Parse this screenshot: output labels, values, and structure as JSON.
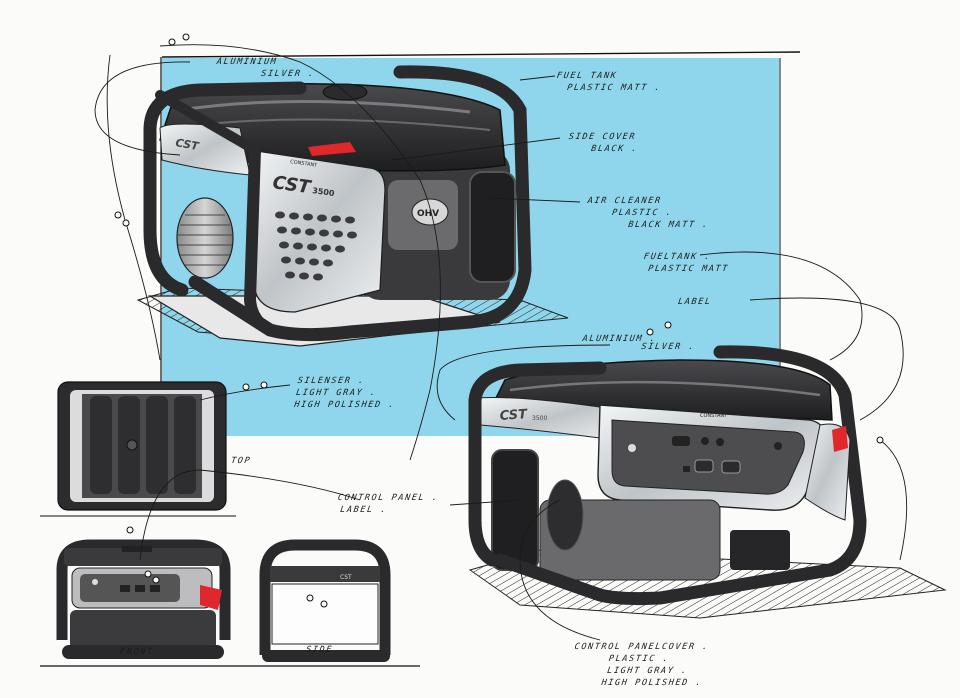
{
  "callouts": {
    "aluminium_1": [
      "ALUMINIUM",
      "SILVER ."
    ],
    "fuel_tank_1": [
      "FUEL TANK",
      "PLASTIC MATT ."
    ],
    "side_cover": [
      "SIDE COVER",
      "BLACK ."
    ],
    "air_cleaner": [
      "AIR CLEANER",
      "PLASTIC .",
      "BLACK MATT ."
    ],
    "fuel_tank_2": [
      "FUELTANK .",
      "PLASTIC MATT"
    ],
    "label": "LABEL",
    "aluminium_2": [
      "ALUMINIUM .",
      "SILVER ."
    ],
    "silencer": [
      "SILENSER .",
      "LIGHT GRAY .",
      "HIGH POLISHED ."
    ],
    "control_panel_label": [
      "CONTROL PANEL .",
      "LABEL ."
    ],
    "control_panel_cover": [
      "CONTROL PANELCOVER .",
      "PLASTIC .",
      "LIGHT GRAY .",
      "HIGH POLISHED ."
    ]
  },
  "views": {
    "top": "TOP",
    "front": "FRONT",
    "side": "SIDE"
  },
  "product_marks": {
    "brand_small": "CONSTANT",
    "model_logo": "CST",
    "model_number": "3500",
    "engine_badge": "OHV"
  },
  "colors": {
    "background_card": "#8fd6ec",
    "frame_dark": "#2c2c2e",
    "frame_light": "#5a5a5c",
    "aluminium": "#d8dcdf",
    "accent_red": "#e0282c",
    "paper": "#fbfbf9"
  }
}
